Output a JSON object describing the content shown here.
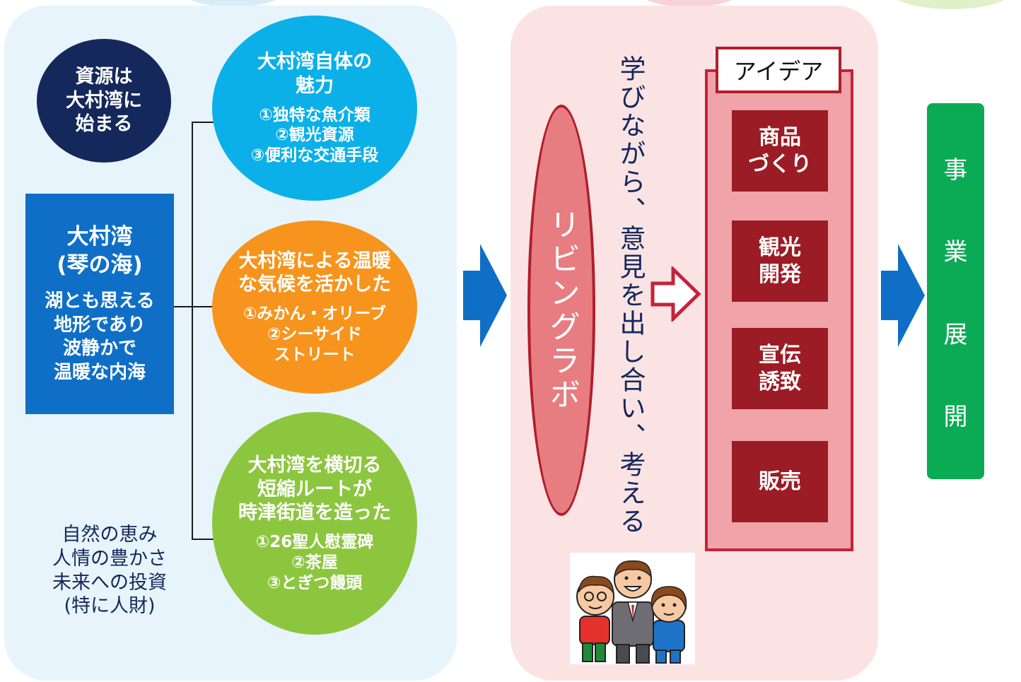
{
  "colors": {
    "left_panel_bg": "#e8f4fb",
    "middle_panel_bg": "#fbe3e4",
    "navy": "#14285b",
    "bay_blue": "#0f6fc6",
    "oval_blue": "#0bb0e8",
    "oval_orange": "#f7941d",
    "oval_green": "#8cc63f",
    "arrow_blue": "#0f6fc6",
    "lab_pink": "#e77d80",
    "lab_border": "#b01e2d",
    "idea_frame": "#f0a3a8",
    "idea_box": "#9b1c24",
    "project_green": "#0bab55"
  },
  "source_circle": {
    "lines": [
      "資源は",
      "大村湾に",
      "始まる"
    ]
  },
  "bay": {
    "title_lines": [
      "大村湾",
      "(琴の海)"
    ],
    "desc_lines": [
      "湖とも思える",
      "地形であり",
      "波静かで",
      "温暖な内海"
    ]
  },
  "ovals": [
    {
      "title_lines": [
        "大村湾自体の",
        "魅力"
      ],
      "items": [
        "①独特な魚介類",
        "②観光資源",
        "③便利な交通手段"
      ]
    },
    {
      "title_lines": [
        "大村湾による温暖",
        "な気候を活かした"
      ],
      "items": [
        "①みかん・オリーブ",
        "②シーサイド",
        "ストリート"
      ]
    },
    {
      "title_lines": [
        "大村湾を横切る",
        "短縮ルートが",
        "時津街道を造った"
      ],
      "items": [
        "①26聖人慰霊碑",
        "②茶屋",
        "③とぎつ饅頭"
      ]
    }
  ],
  "blessings": {
    "lines": [
      "自然の恵み",
      "人情の豊かさ",
      "未来への投資",
      "(特に人財)"
    ]
  },
  "living_lab": {
    "label": "リビングラボ"
  },
  "learn_text": {
    "label": "学びながら、意見を出し合い、考える"
  },
  "idea": {
    "label": "アイデア",
    "boxes": [
      {
        "lines": [
          "商品",
          "づくり"
        ]
      },
      {
        "lines": [
          "観光",
          "開発"
        ]
      },
      {
        "lines": [
          "宣伝",
          "誘致"
        ]
      },
      {
        "lines": [
          "販売"
        ]
      }
    ]
  },
  "project": {
    "chars": [
      "事",
      "業",
      "展",
      "開"
    ]
  }
}
